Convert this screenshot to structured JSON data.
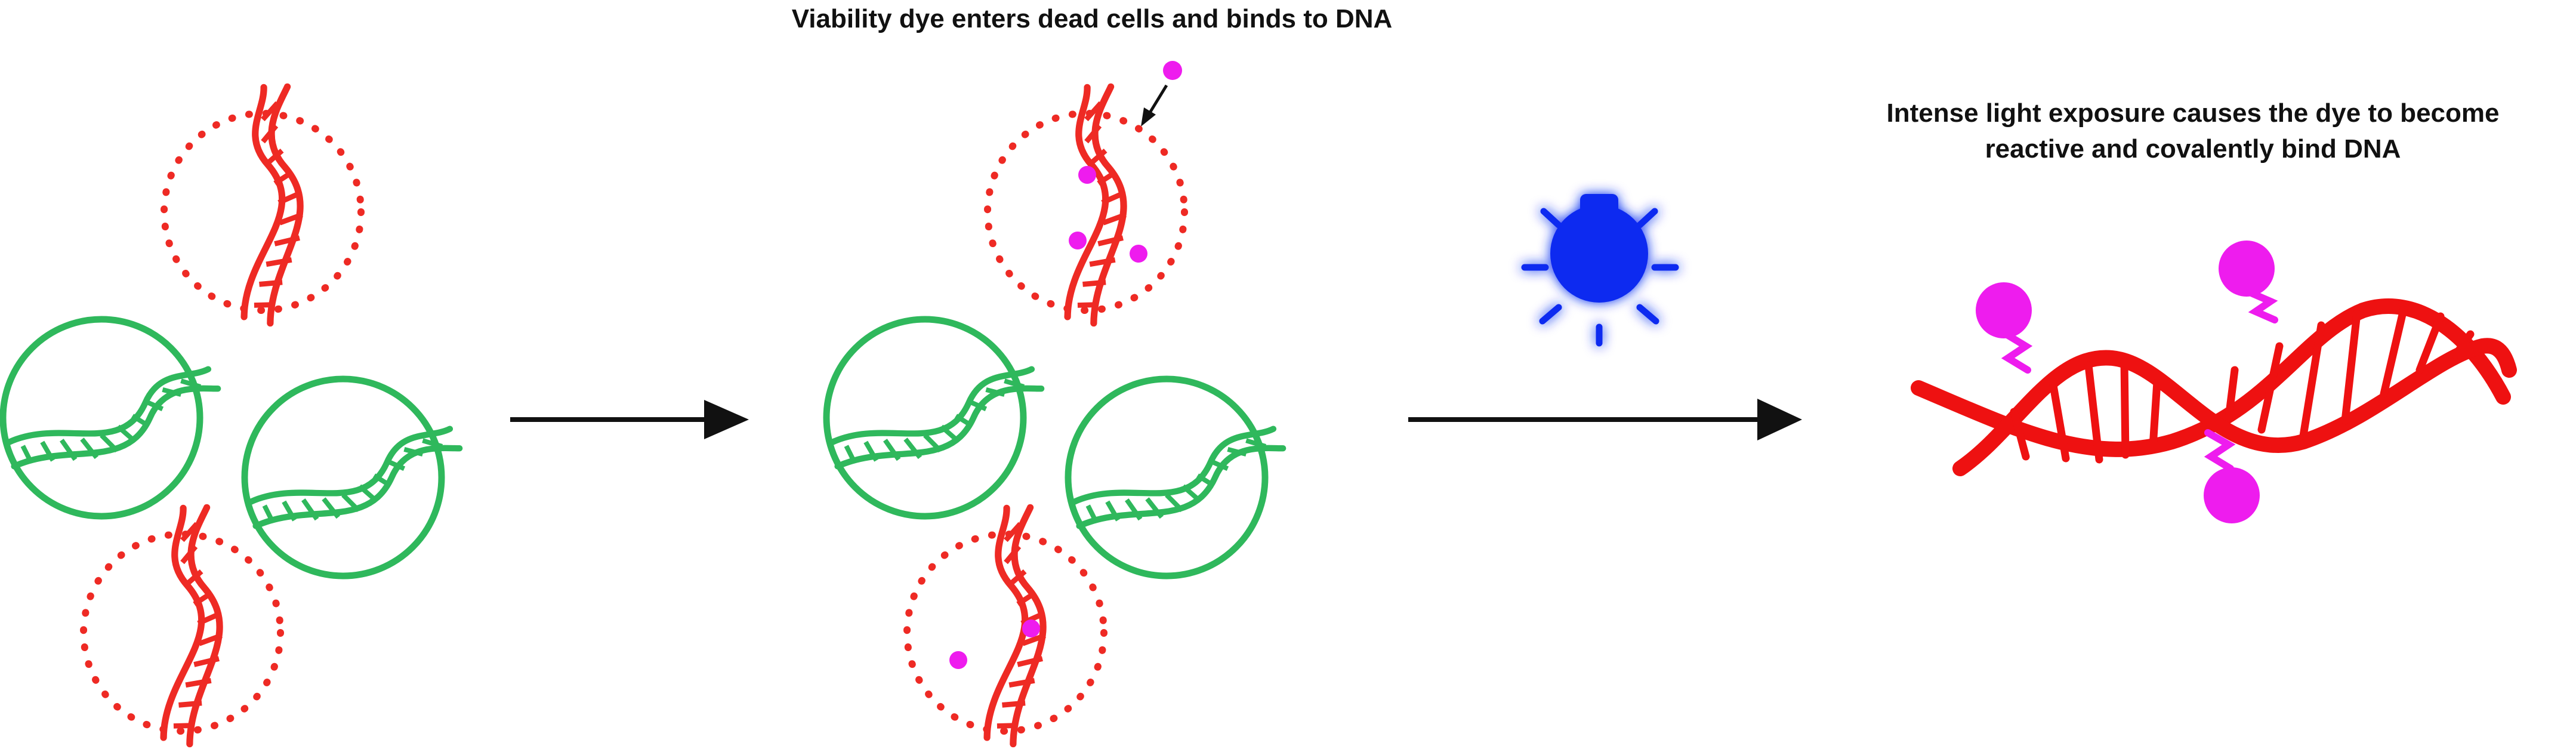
{
  "captions": {
    "dye_enters": "Viability dye enters dead cells and binds to DNA",
    "light_line1": "Intense light exposure causes the dye to become",
    "light_line2": "reactive and covalently bind DNA"
  },
  "colors": {
    "dead_cell": "#ee2a24",
    "live_cell": "#2fb85c",
    "dye": "#ee1cee",
    "light": "#0a2bf0",
    "light_glow": "#6aa8ff",
    "arrow": "#111111",
    "dna_large": "#ee1111"
  },
  "icons": {
    "light": "light-bulb-icon",
    "dna": "dna-helix-icon"
  }
}
